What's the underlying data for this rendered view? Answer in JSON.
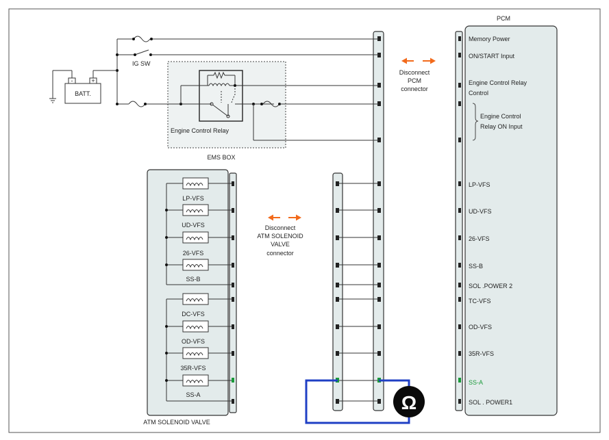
{
  "pcm": {
    "title": "PCM",
    "pins": [
      {
        "label": "Memory Power",
        "highlight": false
      },
      {
        "label": "ON/START Input",
        "highlight": false
      },
      {
        "label": "Engine Control Relay",
        "highlight": false
      },
      {
        "label": "Control",
        "highlight": false
      },
      {
        "label": "Engine Control",
        "highlight": false
      },
      {
        "label": "Relay ON Input",
        "highlight": false
      },
      {
        "label": "LP-VFS",
        "highlight": false
      },
      {
        "label": "UD-VFS",
        "highlight": false
      },
      {
        "label": "26-VFS",
        "highlight": false
      },
      {
        "label": "SS-B",
        "highlight": false
      },
      {
        "label": "SOL .POWER 2",
        "highlight": false
      },
      {
        "label": "TC-VFS",
        "highlight": false
      },
      {
        "label": "OD-VFS",
        "highlight": false
      },
      {
        "label": "35R-VFS",
        "highlight": false
      },
      {
        "label": "SS-A",
        "highlight": true
      },
      {
        "label": "SOL . POWER1",
        "highlight": false
      }
    ]
  },
  "pcm_connector_note": [
    "Disconnect",
    "PCM",
    "connector"
  ],
  "atm_connector_note": [
    "Disconnect",
    "ATM SOLENOID",
    "VALVE",
    "connector"
  ],
  "ems_box": {
    "title": "EMS BOX",
    "relay_label": "Engine Control Relay"
  },
  "battery": {
    "label": "BATT."
  },
  "ignition": {
    "label": "IG SW"
  },
  "atm_valve": {
    "title": "ATM SOLENOID VALVE",
    "solenoids": [
      "LP-VFS",
      "UD-VFS",
      "26-VFS",
      "SS-B",
      "DC-VFS",
      "OD-VFS",
      "35R-VFS",
      "SS-A"
    ]
  },
  "meter": {
    "symbol": "Ω"
  },
  "colors": {
    "arrow": "#f26a1b",
    "meter_loop": "#1f3fc4",
    "highlight": "#1a9a3a",
    "panel": "#e3ebeb"
  }
}
